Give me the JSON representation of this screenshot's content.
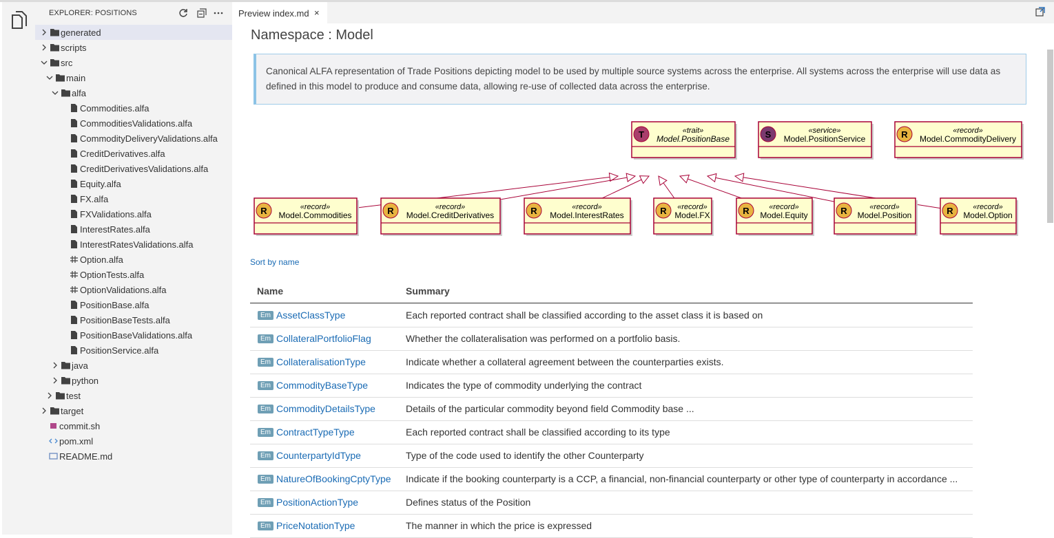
{
  "explorer": {
    "title": "EXPLORER: POSITIONS",
    "tree": [
      {
        "label": "generated",
        "type": "folder",
        "depth": 0,
        "expanded": false,
        "selected": true
      },
      {
        "label": "scripts",
        "type": "folder",
        "depth": 0,
        "expanded": false
      },
      {
        "label": "src",
        "type": "folder",
        "depth": 0,
        "expanded": true
      },
      {
        "label": "main",
        "type": "folder",
        "depth": 1,
        "expanded": true
      },
      {
        "label": "alfa",
        "type": "folder",
        "depth": 2,
        "expanded": true
      },
      {
        "label": "Commodities.alfa",
        "type": "file",
        "depth": 3
      },
      {
        "label": "CommoditiesValidations.alfa",
        "type": "file",
        "depth": 3
      },
      {
        "label": "CommodityDeliveryValidations.alfa",
        "type": "file",
        "depth": 3
      },
      {
        "label": "CreditDerivatives.alfa",
        "type": "file",
        "depth": 3
      },
      {
        "label": "CreditDerivativesValidations.alfa",
        "type": "file",
        "depth": 3
      },
      {
        "label": "Equity.alfa",
        "type": "file",
        "depth": 3
      },
      {
        "label": "FX.alfa",
        "type": "file",
        "depth": 3
      },
      {
        "label": "FXValidations.alfa",
        "type": "file",
        "depth": 3
      },
      {
        "label": "InterestRates.alfa",
        "type": "file",
        "depth": 3
      },
      {
        "label": "InterestRatesValidations.alfa",
        "type": "file",
        "depth": 3
      },
      {
        "label": "Option.alfa",
        "type": "hashfile",
        "depth": 3
      },
      {
        "label": "OptionTests.alfa",
        "type": "hashfile",
        "depth": 3
      },
      {
        "label": "OptionValidations.alfa",
        "type": "hashfile",
        "depth": 3
      },
      {
        "label": "PositionBase.alfa",
        "type": "file",
        "depth": 3
      },
      {
        "label": "PositionBaseTests.alfa",
        "type": "file",
        "depth": 3
      },
      {
        "label": "PositionBaseValidations.alfa",
        "type": "file",
        "depth": 3
      },
      {
        "label": "PositionService.alfa",
        "type": "file",
        "depth": 3
      },
      {
        "label": "java",
        "type": "folder",
        "depth": 2,
        "expanded": false
      },
      {
        "label": "python",
        "type": "folder",
        "depth": 2,
        "expanded": false
      },
      {
        "label": "test",
        "type": "folder",
        "depth": 1,
        "expanded": false
      },
      {
        "label": "target",
        "type": "folder",
        "depth": 0,
        "expanded": false
      },
      {
        "label": "commit.sh",
        "type": "shell",
        "depth": 0
      },
      {
        "label": "pom.xml",
        "type": "xml",
        "depth": 0
      },
      {
        "label": "README.md",
        "type": "md",
        "depth": 0
      }
    ]
  },
  "tab": {
    "label": "Preview index.md",
    "close": "×"
  },
  "preview": {
    "title": "Namespace : Model",
    "description": "Canonical ALFA representation of Trade Positions depicting model to be used by multiple source systems across the enterprise. All systems across the enterprise will use data as defined in this model to produce and consume data, allowing re-use of collected data across the enterprise.",
    "diagram": {
      "top": [
        {
          "letter": "T",
          "stereo": "«trait»",
          "name": "Model.PositionBase",
          "color": "#a93e6b",
          "italic": true
        },
        {
          "letter": "S",
          "stereo": "«service»",
          "name": "Model.PositionService",
          "color": "#7b3a6f",
          "italic": false
        },
        {
          "letter": "R",
          "stereo": "«record»",
          "name": "Model.CommodityDelivery",
          "color": "#e8b440",
          "italic": false
        }
      ],
      "bottom": [
        {
          "letter": "R",
          "stereo": "«record»",
          "name": "Model.Commodities"
        },
        {
          "letter": "R",
          "stereo": "«record»",
          "name": "Model.CreditDerivatives"
        },
        {
          "letter": "R",
          "stereo": "«record»",
          "name": "Model.InterestRates"
        },
        {
          "letter": "R",
          "stereo": "«record»",
          "name": "Model.FX"
        },
        {
          "letter": "R",
          "stereo": "«record»",
          "name": "Model.Equity"
        },
        {
          "letter": "R",
          "stereo": "«record»",
          "name": "Model.Position"
        },
        {
          "letter": "R",
          "stereo": "«record»",
          "name": "Model.Option"
        }
      ]
    },
    "sort_label": "Sort by name",
    "table": {
      "headers": {
        "name": "Name",
        "summary": "Summary"
      },
      "badge": "Em",
      "rows": [
        {
          "name": "AssetClassType",
          "summary": "Each reported contract shall be classified according to the asset class it is based on"
        },
        {
          "name": "CollateralPortfolioFlag",
          "summary": "Whether the collateralisation was performed on a portfolio basis."
        },
        {
          "name": "CollateralisationType",
          "summary": "Indicate whether a collateral agreement between the counterparties exists."
        },
        {
          "name": "CommodityBaseType",
          "summary": "Indicates the type of commodity underlying the contract"
        },
        {
          "name": "CommodityDetailsType",
          "summary": "Details of the particular commodity beyond field Commodity base ..."
        },
        {
          "name": "ContractTypeType",
          "summary": "Each reported contract shall be classified according to its type"
        },
        {
          "name": "CounterpartyIdType",
          "summary": "Type of the code used to identify the other Counterparty"
        },
        {
          "name": "NatureOfBookingCptyType",
          "summary": "Indicate if the booking counterparty is a CCP, a financial, non-financial counterparty or other type of counterparty in accordance ..."
        },
        {
          "name": "PositionActionType",
          "summary": "Defines status of the Position"
        },
        {
          "name": "PriceNotationType",
          "summary": "The manner in which the price is expressed"
        }
      ]
    }
  },
  "colors": {
    "link": "#1a6bb4",
    "uml_border": "#a80036",
    "uml_fill": "#fefece",
    "record_circle": "#e8b440"
  }
}
